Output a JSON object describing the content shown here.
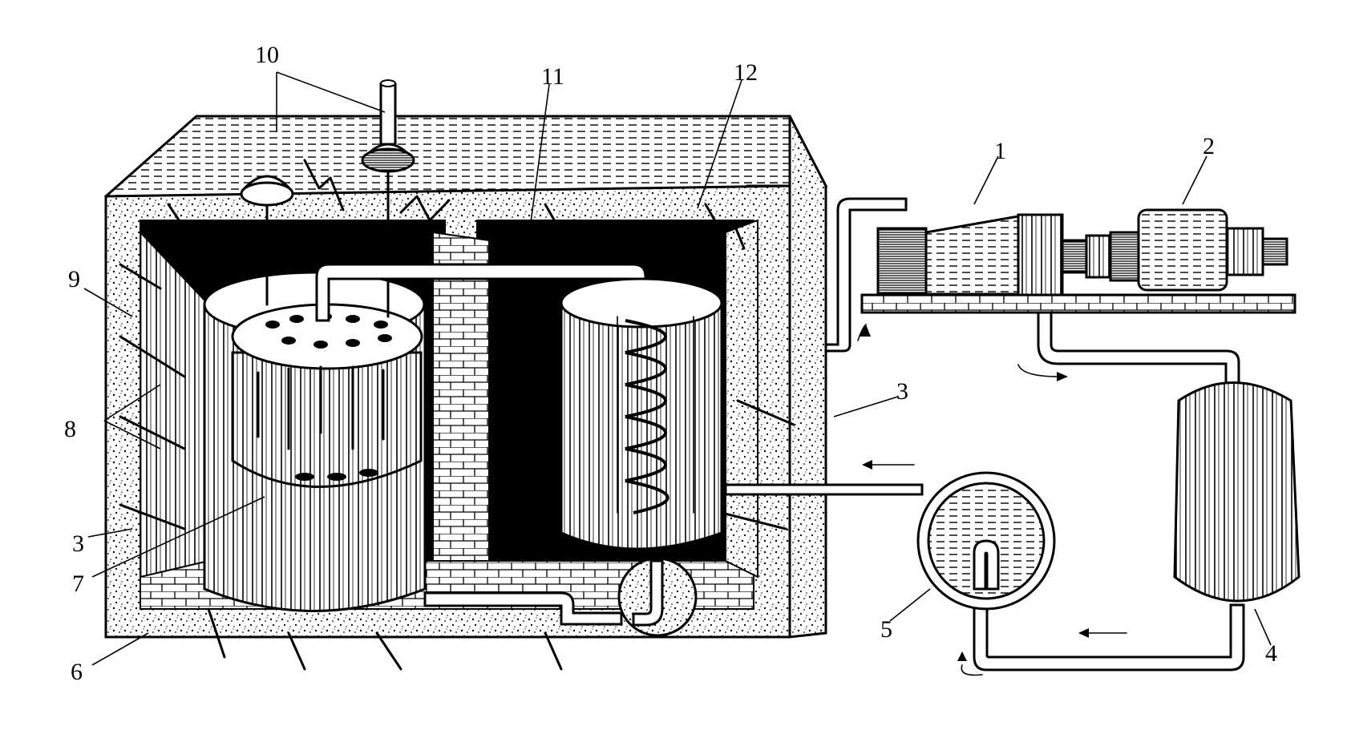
{
  "diagram": {
    "labels": {
      "l1": "1",
      "l2": "2",
      "l3a": "3",
      "l3b": "3",
      "l4": "4",
      "l5": "5",
      "l6": "6",
      "l7": "7",
      "l8": "8",
      "l9": "9",
      "l10": "10",
      "l11": "11",
      "l12": "12"
    }
  }
}
